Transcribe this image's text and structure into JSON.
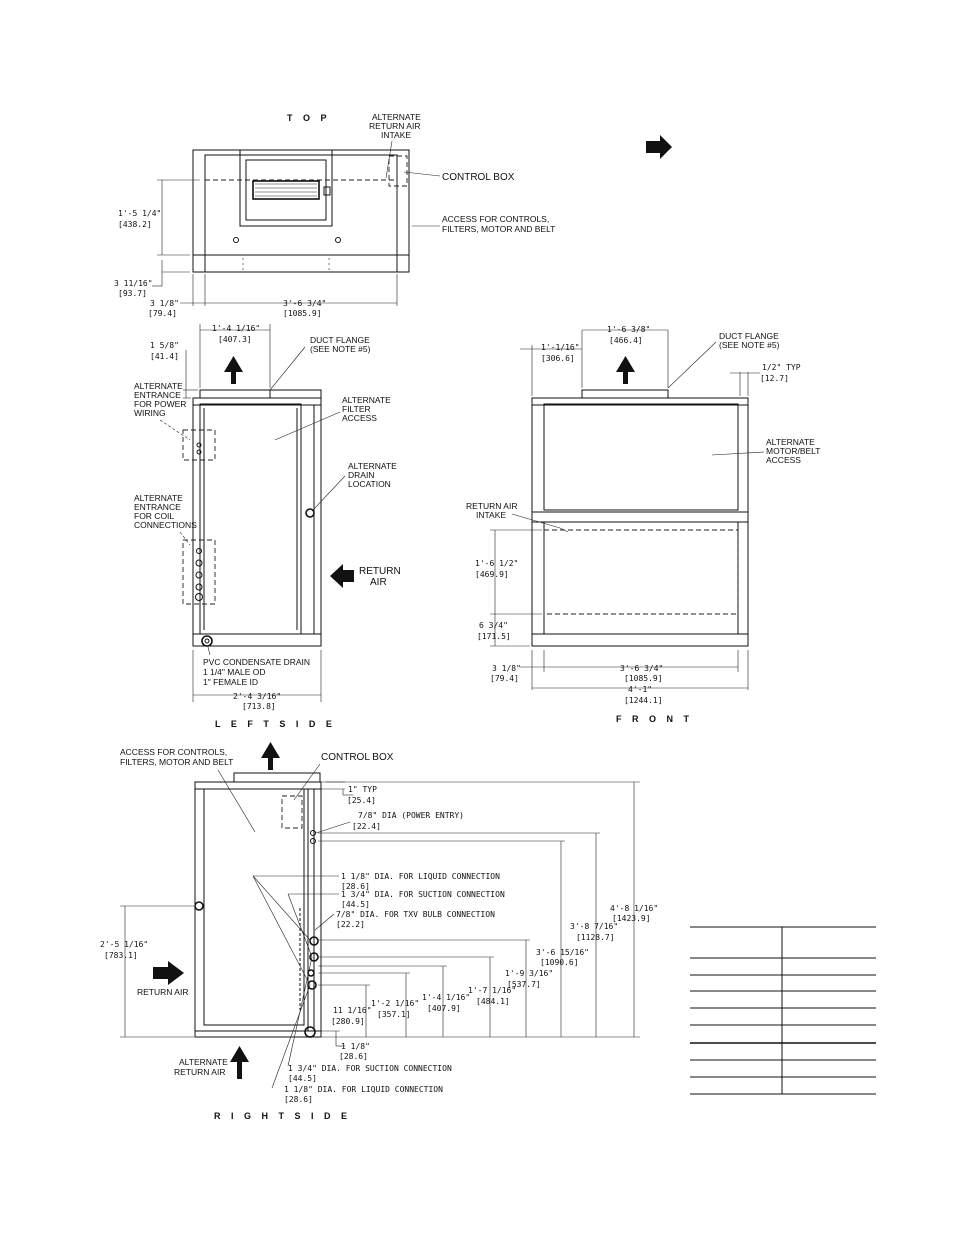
{
  "views": {
    "top": {
      "title": "T O P",
      "alt_return_air_intake": [
        "ALTERNATE",
        "RETURN AIR",
        "INTAKE"
      ],
      "control_box": "CONTROL BOX",
      "access": [
        "ACCESS FOR CONTROLS,",
        "FILTERS, MOTOR AND BELT"
      ],
      "dim_depth": [
        "1'-5 1/4\"",
        "[438.2]"
      ],
      "dim_edge": [
        "3 11/16\"",
        "[93.7]"
      ],
      "dim_side": [
        "3 1/8\"",
        "[79.4]"
      ],
      "dim_width": [
        "3'-6 3/4\"",
        "[1085.9]"
      ]
    },
    "left_side": {
      "title": "L E F T   S I D E",
      "dim_flange_w": [
        "1'-4 1/16\"",
        "[407.3]"
      ],
      "dim_flange_h": [
        "1 5/8\"",
        "[41.4]"
      ],
      "duct_flange": [
        "DUCT FLANGE",
        "(SEE NOTE #5)"
      ],
      "alt_power": [
        "ALTERNATE",
        "ENTRANCE",
        "FOR POWER",
        "WIRING"
      ],
      "alt_filter": [
        "ALTERNATE",
        "FILTER",
        "ACCESS"
      ],
      "alt_drain": [
        "ALTERNATE",
        "DRAIN",
        "LOCATION"
      ],
      "alt_coil": [
        "ALTERNATE",
        "ENTRANCE",
        "FOR COIL",
        "CONNECTIONS"
      ],
      "return_air": [
        "RETURN",
        "AIR"
      ],
      "pvc_drain": [
        "PVC CONDENSATE DRAIN",
        "1 1/4\" MALE OD",
        "1\" FEMALE ID"
      ],
      "dim_width": [
        "2'-4 3/16\"",
        "[713.8]"
      ]
    },
    "front": {
      "title": "F R O N T",
      "dim_flange_w": [
        "1'-6 3/8\"",
        "[466.4]"
      ],
      "dim_flange_off": [
        "1'-1/16\"",
        "[306.6]"
      ],
      "duct_flange": [
        "DUCT FLANGE",
        "(SEE NOTE #5)"
      ],
      "dim_typ": [
        "1/2\" TYP",
        "[12.7]"
      ],
      "alt_motor": [
        "ALTERNATE",
        "MOTOR/BELT",
        "ACCESS"
      ],
      "return_intake": [
        "RETURN AIR",
        "INTAKE"
      ],
      "dim_intake_h": [
        "1'-6 1/2\"",
        "[469.9]"
      ],
      "dim_bottom": [
        "6 3/4\"",
        "[171.5]"
      ],
      "dim_side": [
        "3 1/8\"",
        "[79.4]"
      ],
      "dim_inner_w": [
        "3'-6 3/4\"",
        "[1085.9]"
      ],
      "dim_overall_w": [
        "4'-1\"",
        "[1244.1]"
      ]
    },
    "right_side": {
      "title": "R I G H T   S I D E",
      "access": [
        "ACCESS FOR CONTROLS,",
        "FILTERS, MOTOR AND BELT"
      ],
      "control_box": "CONTROL BOX",
      "dim_typ": [
        "1\" TYP",
        "[25.4]"
      ],
      "power_entry": [
        "7/8\"  DIA  (POWER ENTRY)",
        "[22.4]"
      ],
      "liquid_conn": [
        "1 1/8\" DIA. FOR LIQUID CONNECTION",
        "[28.6]"
      ],
      "suction_conn": [
        "1 3/4\" DIA. FOR SUCTION CONNECTION",
        "[44.5]"
      ],
      "txv_conn": [
        "7/8\" DIA. FOR TXV BULB CONNECTION",
        "[22.2]"
      ],
      "dim_left_h": [
        "2'-5 1/16\"",
        "[783.1]"
      ],
      "return_air": "RETURN AIR",
      "alt_return": [
        "ALTERNATE",
        "RETURN AIR"
      ],
      "dim_h1": [
        "11 1/16\"",
        "[280.9]"
      ],
      "dim_h2": [
        "1'-2 1/16\"",
        "[357.1]"
      ],
      "dim_h3": [
        "1'-4 1/16\"",
        "[407.9]"
      ],
      "dim_h4": [
        "1'-7 1/16\"",
        "[484.1]"
      ],
      "dim_h5": [
        "1'-9 3/16\"",
        "[537.7]"
      ],
      "dim_h6": [
        "3'-6 15/16\"",
        "[1090.6]"
      ],
      "dim_h7": [
        "3'-8 7/16\"",
        "[1128.7]"
      ],
      "dim_h8": [
        "4'-8 1/16\"",
        "[1423.9]"
      ],
      "dim_bottom": [
        "1 1/8\"",
        "[28.6]"
      ],
      "suction_conn_low": [
        "1 3/4\" DIA. FOR SUCTION CONNECTION",
        "[44.5]"
      ],
      "liquid_conn_low": [
        "1 1/8\" DIA. FOR LIQUID CONNECTION",
        "[28.6]"
      ]
    }
  }
}
